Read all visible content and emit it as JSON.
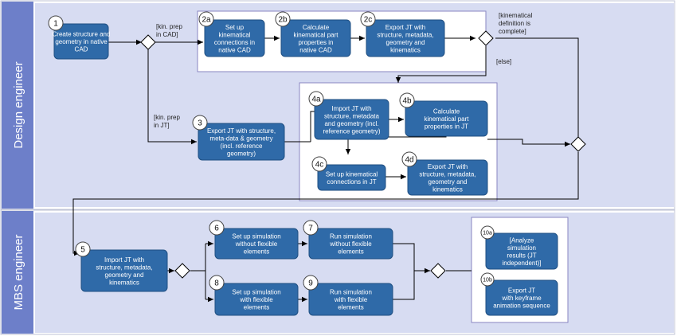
{
  "lanes": {
    "design": "Design engineer",
    "mbs": "MBS engineer"
  },
  "steps": {
    "s1": {
      "num": "1",
      "lines": [
        "Create structure and",
        "geometry in native",
        "CAD"
      ]
    },
    "s2a": {
      "num": "2a",
      "lines": [
        "Set up",
        "kinematical",
        "connections in",
        "native CAD"
      ]
    },
    "s2b": {
      "num": "2b",
      "lines": [
        "Calculate",
        "kinematical part",
        "properties in",
        "native CAD"
      ]
    },
    "s2c": {
      "num": "2c",
      "lines": [
        "Export JT with",
        "structure, metadata,",
        "geometry and",
        "kinematics"
      ]
    },
    "s3": {
      "num": "3",
      "lines": [
        "Export JT with structure,",
        "meta-data & geometry",
        "(incl. reference",
        "geometry)"
      ]
    },
    "s4a": {
      "num": "4a",
      "lines": [
        "Import JT with",
        "structure, metadata",
        "and geometry (incl.",
        "reference geometry)"
      ]
    },
    "s4b": {
      "num": "4b",
      "lines": [
        "Calculate",
        "kinematical part",
        "properties in JT"
      ]
    },
    "s4c": {
      "num": "4c",
      "lines": [
        "Set up kinematical",
        "connections in JT"
      ]
    },
    "s4d": {
      "num": "4d",
      "lines": [
        "Export JT with",
        "structure, metadata,",
        "geometry and",
        "kinematics"
      ]
    },
    "s5": {
      "num": "5",
      "lines": [
        "Import JT with",
        "structure, metadata,",
        "geometry and",
        "kinematics"
      ]
    },
    "s6": {
      "num": "6",
      "lines": [
        "Set up simulation",
        "without flexible",
        "elements"
      ]
    },
    "s7": {
      "num": "7",
      "lines": [
        "Run simulation",
        "without flexible",
        "elements"
      ]
    },
    "s8": {
      "num": "8",
      "lines": [
        "Set up simulation",
        "with flexible",
        "elements"
      ]
    },
    "s9": {
      "num": "9",
      "lines": [
        "Run simulation",
        "with flexible",
        "elements"
      ]
    },
    "s10a": {
      "num": "10a",
      "lines": [
        "[Analyze",
        "simulation",
        "results (JT",
        "independent)]"
      ]
    },
    "s10b": {
      "num": "10b",
      "lines": [
        "Export JT",
        "with keyframe",
        "animation sequence"
      ]
    }
  },
  "conditions": {
    "kin_cad": [
      "[kin. prep",
      "in CAD]"
    ],
    "kin_jt": [
      "[kin. prep",
      "in JT]"
    ],
    "complete": [
      "[kinematical",
      "definition is",
      "complete]"
    ],
    "else": "[else]"
  },
  "colors": {
    "lane_bg": "#d7dcf2",
    "lane_label_bg": "#6d7fc9",
    "box": "#2f6aa8",
    "box_border": "#1f4f82",
    "arrow": "#000000",
    "group_border": "#8a86c2"
  }
}
